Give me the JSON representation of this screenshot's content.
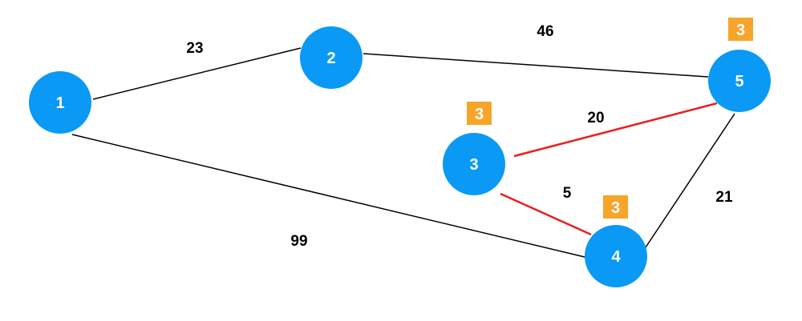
{
  "colors": {
    "node_fill": "#0a99f5",
    "node_text": "#ffffff",
    "edge_normal": "#000000",
    "edge_highlight": "#e8201e",
    "badge_fill": "#f7a52a",
    "label_text": "#000000"
  },
  "nodes": [
    {
      "id": "1",
      "label": "1"
    },
    {
      "id": "2",
      "label": "2"
    },
    {
      "id": "3",
      "label": "3"
    },
    {
      "id": "4",
      "label": "4"
    },
    {
      "id": "5",
      "label": "5"
    }
  ],
  "edges": [
    {
      "from": "1",
      "to": "2",
      "weight": "23",
      "highlighted": false
    },
    {
      "from": "2",
      "to": "5",
      "weight": "46",
      "highlighted": false
    },
    {
      "from": "1",
      "to": "4",
      "weight": "99",
      "highlighted": false
    },
    {
      "from": "3",
      "to": "5",
      "weight": "20",
      "highlighted": true
    },
    {
      "from": "3",
      "to": "4",
      "weight": "5",
      "highlighted": true
    },
    {
      "from": "4",
      "to": "5",
      "weight": "21",
      "highlighted": false
    }
  ],
  "badges": [
    {
      "node": "5",
      "text": "3"
    },
    {
      "node": "3",
      "text": "3"
    },
    {
      "node": "4",
      "text": "3"
    }
  ]
}
